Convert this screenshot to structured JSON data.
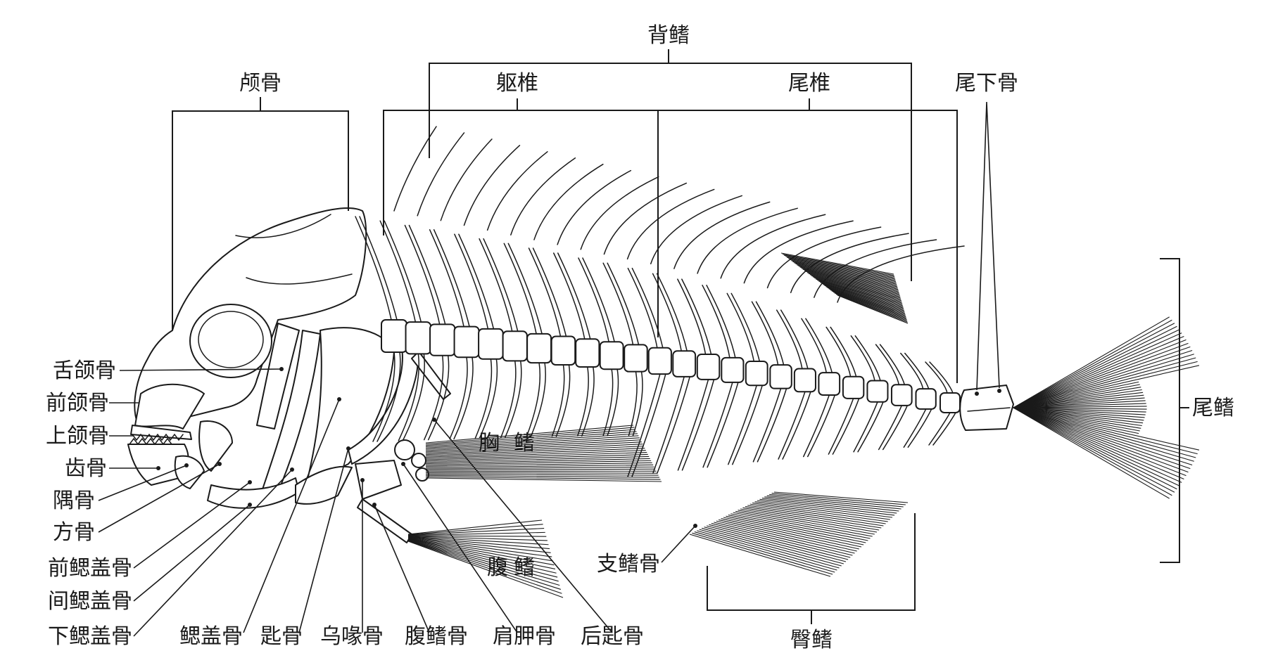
{
  "labels": {
    "dorsal_fin": "背鳍",
    "skull": "颅骨",
    "abdominal_vertebrae": "躯椎",
    "caudal_vertebrae": "尾椎",
    "hypural": "尾下骨",
    "caudal_fin": "尾鳍",
    "hyomandibular": "舌颌骨",
    "premaxilla": "前颌骨",
    "maxilla": "上颌骨",
    "dentary": "齿骨",
    "symplectic": "隅骨",
    "quadrate": "方骨",
    "preopercle": "前鳃盖骨",
    "interopercle": "间鳃盖骨",
    "subopercle": "下鳃盖骨",
    "opercle": "鳃盖骨",
    "cleithrum": "匙骨",
    "coracoid": "乌喙骨",
    "pelvic_bone": "腹鳍骨",
    "scapula": "肩胛骨",
    "postcleithrum": "后匙骨",
    "pectoral_fin": "胸鳍",
    "pelvic_fin": "腹鳍",
    "pterygiophore": "支鳍骨",
    "anal_fin": "臀鳍"
  }
}
